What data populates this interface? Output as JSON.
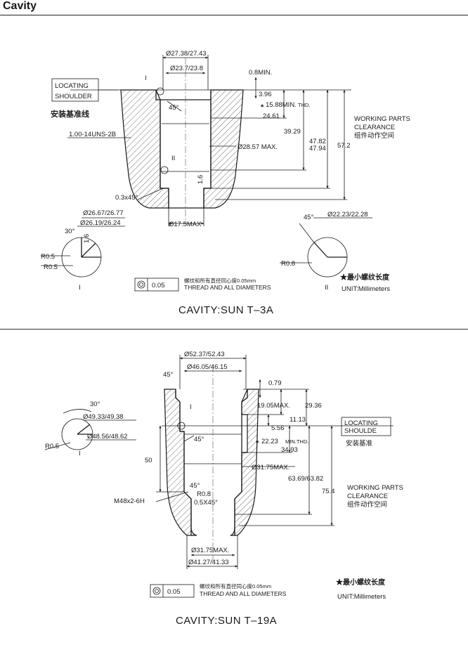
{
  "header": {
    "title": "Cavity"
  },
  "sun_t3a": {
    "caption": "CAVITY:SUN T–3A",
    "locating": [
      "LOCATING",
      "SHOULDER"
    ],
    "locating_cn": "安装基准线",
    "working": [
      "WORKING PARTS",
      "CLEARANCE"
    ],
    "working_cn": "组件动作空间",
    "dims": {
      "d1": "Ø27.38/27.43",
      "d2": "Ø23.7/23.8",
      "min08": "0.8MIN.",
      "d396": "3.96",
      "d1588": "15.88MIN.",
      "thd": "THD.",
      "star": "*",
      "d2461": "24.61",
      "d3929": "39.29",
      "d4782": "47.82",
      "d4794": "47.94",
      "d572": "57.2",
      "d2857": "Ø28.57 MAX.",
      "thread": "1.00-14UNS-2B",
      "a45": "45°",
      "c03": "0.3x45°",
      "d16": "1.6",
      "d175": "Ø17.5MAX",
      "roman1": "I",
      "roman2": "II"
    },
    "detail1": {
      "d1": "Ø26.67/26.77",
      "d2": "Ø26.19/26.24",
      "a30": "30°",
      "d16": "1.6",
      "r1": "R0.5",
      "r2": "R0.5",
      "label": "I"
    },
    "detail2": {
      "a45": "45°",
      "d": "Ø22.23/22.28",
      "r": "R0.8",
      "label": "II"
    },
    "tolerance": {
      "value": "0.05",
      "cn": "螺纹和所有直径同心度0.05mm",
      "en": "THREAD AND ALL DIAMETERS"
    },
    "star_note": "★最小螺纹长度",
    "unit": "UNIT:Millimeters"
  },
  "sun_t19a": {
    "caption": "CAVITY:SUN T–19A",
    "locating": [
      "LOCATING",
      "SHOULDE"
    ],
    "locating_cn": "安装基准",
    "working": [
      "WORKING PARTS",
      "CLEARANCE"
    ],
    "working_cn": "组件动作空间",
    "dims": {
      "d1": "Ø52.37/52.43",
      "d2": "Ø46.05/46.15",
      "a45top": "45°",
      "d079": "0.79",
      "d1905": "19.05MAX.",
      "d2936": "29.36",
      "d1113": "11.13",
      "d556": "5.56",
      "star": "*",
      "d2223": "22.23",
      "minthd": "MIN.THD.",
      "d3493": "34.93",
      "d3175": "Ø31.75MAX.",
      "d6369": "63.69/63.82",
      "d754": "75.4",
      "d50": "50",
      "a45mid": "45°",
      "a45low": "45°",
      "r08": "R0.8",
      "c05": "0.5X45°",
      "thread": "M48x2-6H",
      "d3175b": "Ø31.75MAX.",
      "d4127": "Ø41.27/41.33",
      "roman1": "I"
    },
    "detail1": {
      "a30": "30°",
      "d1": "Ø49.33/49.38",
      "d2": "Ø48.56/48.62",
      "r": "R0.5",
      "label": "I"
    },
    "tolerance": {
      "value": "0.05",
      "cn": "螺纹和所有直径同心度0.05mm",
      "en": "THREAD AND ALL DIAMETERS"
    },
    "star_note": "★最小螺纹长度",
    "unit": "UNIT:Millimeters"
  }
}
